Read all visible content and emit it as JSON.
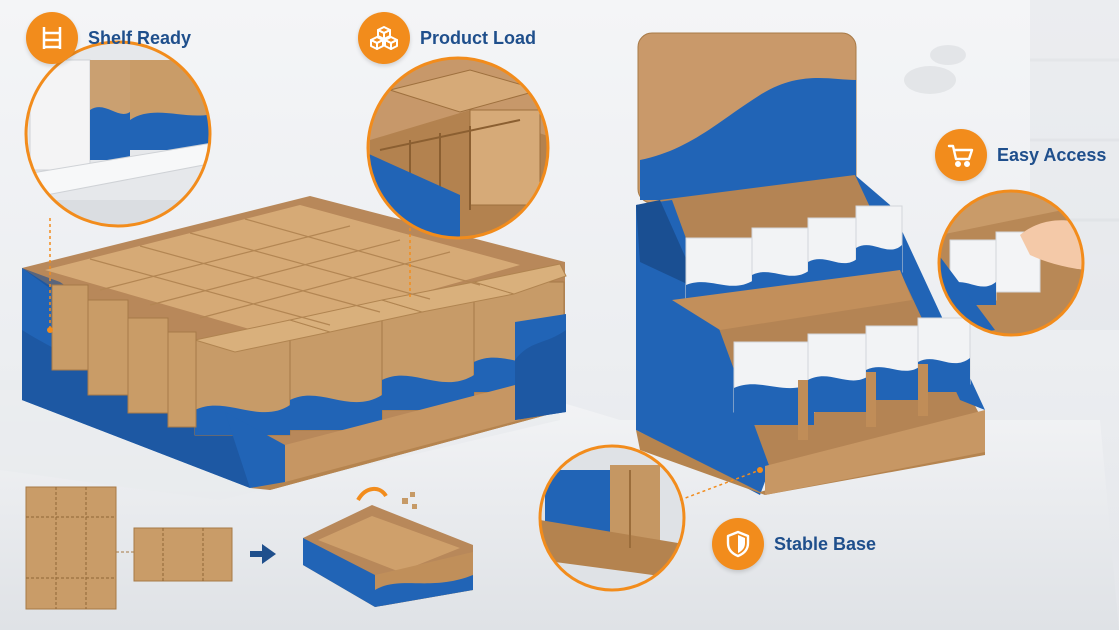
{
  "callouts": {
    "shelf_ready": {
      "label": "Shelf Ready",
      "icon": "shelf-icon"
    },
    "product_load": {
      "label": "Product Load",
      "icon": "boxes-icon"
    },
    "easy_access": {
      "label": "Easy Access",
      "icon": "cart-icon"
    },
    "stable_base": {
      "label": "Stable Base",
      "icon": "shield-icon"
    }
  },
  "colors": {
    "kraft": "#c89a64",
    "kraft_dark": "#a97a47",
    "blue": "#2164b6",
    "blue_dark": "#1a4f92",
    "orange": "#f28c1c",
    "label_text": "#1f4f8c"
  }
}
